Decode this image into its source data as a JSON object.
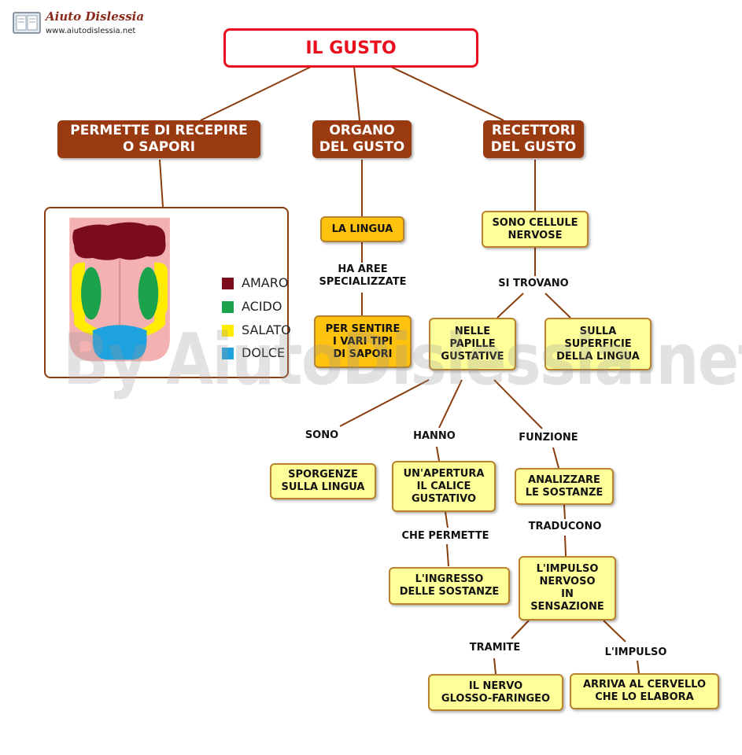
{
  "header": {
    "site_name": "Aiuto Dislessia",
    "site_url": "www.aiutodislessia.net"
  },
  "watermark": "By AiutoDislessia.net",
  "title": "IL GUSTO",
  "branches": {
    "recepire": "PERMETTE DI RECEPIRE\nO SAPORI",
    "organo": "ORGANO\nDEL GUSTO",
    "recettori": "RECETTORI\nDEL GUSTO"
  },
  "nodes": {
    "lingua": "LA LINGUA",
    "sentire": "PER SENTIRE\nI VARI TIPI\nDI SAPORI",
    "cellule": "SONO CELLULE\nNERVOSE",
    "papille": "NELLE\nPAPILLE\nGUSTATIVE",
    "superficie": "SULLA\nSUPERFICIE\nDELLA LINGUA",
    "sporgenze": "SPORGENZE\nSULLA LINGUA",
    "apertura": "UN'APERTURA\nIL CALICE\nGUSTATIVO",
    "analizzare": "ANALIZZARE\nLE SOSTANZE",
    "ingresso": "L'INGRESSO\nDELLE SOSTANZE",
    "impulso": "L'IMPULSO\nNERVOSO\nIN\nSENSAZIONE",
    "nervo": "IL NERVO\nGLOSSO-FARINGEO",
    "cervello": "ARRIVA AL CERVELLO\nCHE LO ELABORA"
  },
  "links": {
    "ha_aree": "HA AREE\nSPECIALIZZATE",
    "si_trovano": "SI TROVANO",
    "sono": "SONO",
    "hanno": "HANNO",
    "funzione": "FUNZIONE",
    "che_permette": "CHE PERMETTE",
    "traducono": "TRADUCONO",
    "tramite": "TRAMITE",
    "impulso": "L'IMPULSO"
  },
  "tongue_legend": [
    {
      "label": "AMARO",
      "color": "#7b0c1c"
    },
    {
      "label": "ACIDO",
      "color": "#1aa34a"
    },
    {
      "label": "SALATO",
      "color": "#ffec00"
    },
    {
      "label": "DOLCE",
      "color": "#1fa2e0"
    }
  ],
  "colors": {
    "title_border": "#e8101f",
    "branch_fill": "#993a11",
    "node_fill": "#ffff99",
    "node_highlight": "#ffc20e",
    "connector": "#8a3d0e",
    "tongue_pink": "#f4b1b1"
  }
}
